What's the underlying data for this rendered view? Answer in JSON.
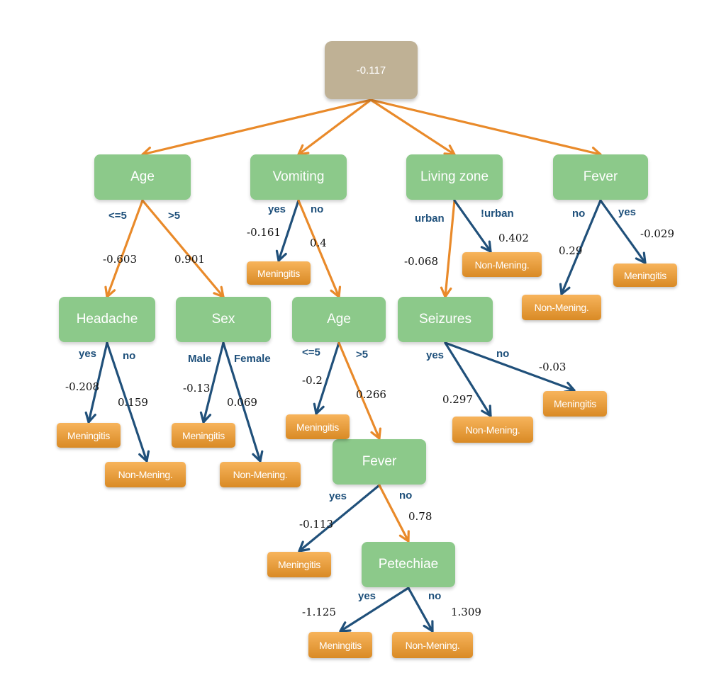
{
  "colors": {
    "orange_path": "#e98a2a",
    "blue_path": "#20507a",
    "split_node": "#8cc98a",
    "root_node": "#bfb195",
    "leaf_node": "#f0a443"
  },
  "root": {
    "value": "-0.117"
  },
  "age_top": {
    "label": "Age",
    "branch_left": "<=5",
    "branch_right": ">5",
    "value_left": "-0.603",
    "value_right": "0.901"
  },
  "vomiting": {
    "label": "Vomiting",
    "branch_left": "yes",
    "branch_right": "no",
    "value_left": "-0.161",
    "value_right": "0.4",
    "leaf_left": "Meningitis"
  },
  "living_zone": {
    "label": "Living zone",
    "branch_left": "urban",
    "branch_right": "!urban",
    "value_left": "-0.068",
    "value_right": "0.402",
    "leaf_right": "Non-Mening."
  },
  "fever_top": {
    "label": "Fever",
    "branch_left": "no",
    "branch_right": "yes",
    "value_left": "0.29",
    "value_right": "-0.029",
    "leaf_left": "Non-Mening.",
    "leaf_right": "Meningitis"
  },
  "headache": {
    "label": "Headache",
    "branch_left": "yes",
    "branch_right": "no",
    "value_left": "-0.208",
    "value_right": "0.159",
    "leaf_left": "Meningitis",
    "leaf_right": "Non-Mening."
  },
  "sex": {
    "label": "Sex",
    "branch_left": "Male",
    "branch_right": "Female",
    "value_left": "-0.13",
    "value_right": "0.069",
    "leaf_left": "Meningitis",
    "leaf_right": "Non-Mening."
  },
  "age_mid": {
    "label": "Age",
    "branch_left": "<=5",
    "branch_right": ">5",
    "value_left": "-0.2",
    "value_right": "0.266",
    "leaf_left": "Meningitis"
  },
  "seizures": {
    "label": "Seizures",
    "branch_left": "yes",
    "branch_right": "no",
    "value_left": "0.297",
    "value_right": "-0.03",
    "leaf_left": "Non-Mening.",
    "leaf_right": "Meningitis"
  },
  "fever_mid": {
    "label": "Fever",
    "branch_left": "yes",
    "branch_right": "no",
    "value_left": "-0.113",
    "value_right": "0.78",
    "leaf_left": "Meningitis"
  },
  "petechiae": {
    "label": "Petechiae",
    "branch_left": "yes",
    "branch_right": "no",
    "value_left": "-1.125",
    "value_right": "1.309",
    "leaf_left": "Meningitis",
    "leaf_right": "Non-Mening."
  }
}
